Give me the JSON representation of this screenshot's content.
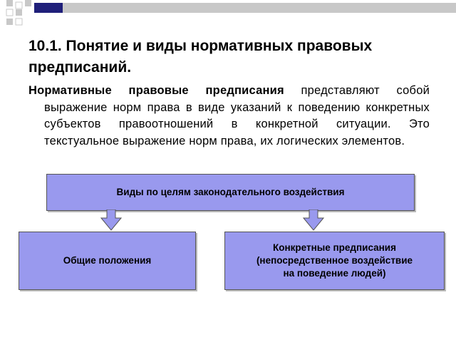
{
  "slide": {
    "title": "10.1. Понятие и виды нормативных правовых предписаний.",
    "body_lead": "Нормативные правовые предписания",
    "body_rest": " представляют собой выражение норм права в виде указаний к поведению конкретных субъектов правоотношений в конкретной ситуации. Это текстуальное выражение норм права, их логических элементов."
  },
  "diagram": {
    "top": "Виды по целям законодательного воздействия",
    "left": "Общие положения",
    "right": "Конкретные предписания\n(непосредственное воздействие\nна поведение людей)"
  },
  "colors": {
    "box_fill": "#9999ee",
    "deco_navy": "#1f1f7a",
    "deco_grey": "#c8c8c8"
  }
}
